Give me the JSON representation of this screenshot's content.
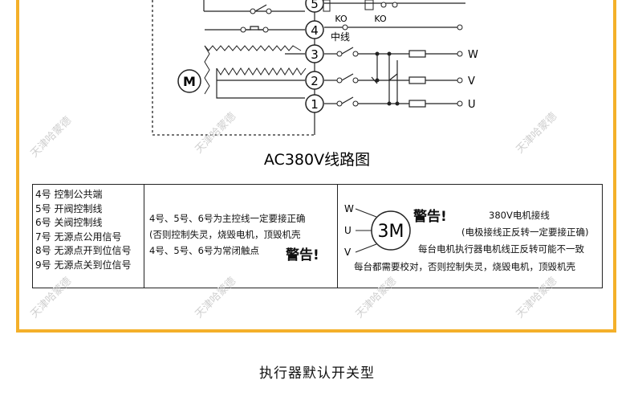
{
  "diagram": {
    "terminals": [
      "5",
      "4",
      "3",
      "2",
      "1"
    ],
    "contact_labels": [
      "KO",
      "KO"
    ],
    "neutral_label": "中线",
    "phases": [
      "W",
      "V",
      "U"
    ],
    "motor_label": "M",
    "title": "AC380V线路图"
  },
  "table": {
    "col1_lines": [
      "4号 控制公共端",
      "5号 开阀控制线",
      "6号 关阀控制线",
      "7号 无源点公用信号",
      "8号 无源点开到位信号",
      "9号 无源点关到位信号"
    ],
    "col2_lines": [
      "4号、5号、6号为主控线一定要接正确",
      "(否则控制失灵，烧毁电机，顶毁机壳",
      "4号、5号、6号为常闭触点"
    ],
    "col2_warning": "警告!",
    "col3_warning": "警告!",
    "motor_badge": "3M",
    "motor_phases": [
      "W",
      "U",
      "V"
    ],
    "col3_title": "380V电机接线",
    "col3_lines": [
      "(电极接线正反转一定要接正确)",
      "每台电机执行器电机线正反转可能不一致",
      "每台都需要校对，否则控制失灵，烧毁电机，顶毁机壳"
    ]
  },
  "watermark": "天津哈蒙德",
  "caption": "执行器默认开关型"
}
